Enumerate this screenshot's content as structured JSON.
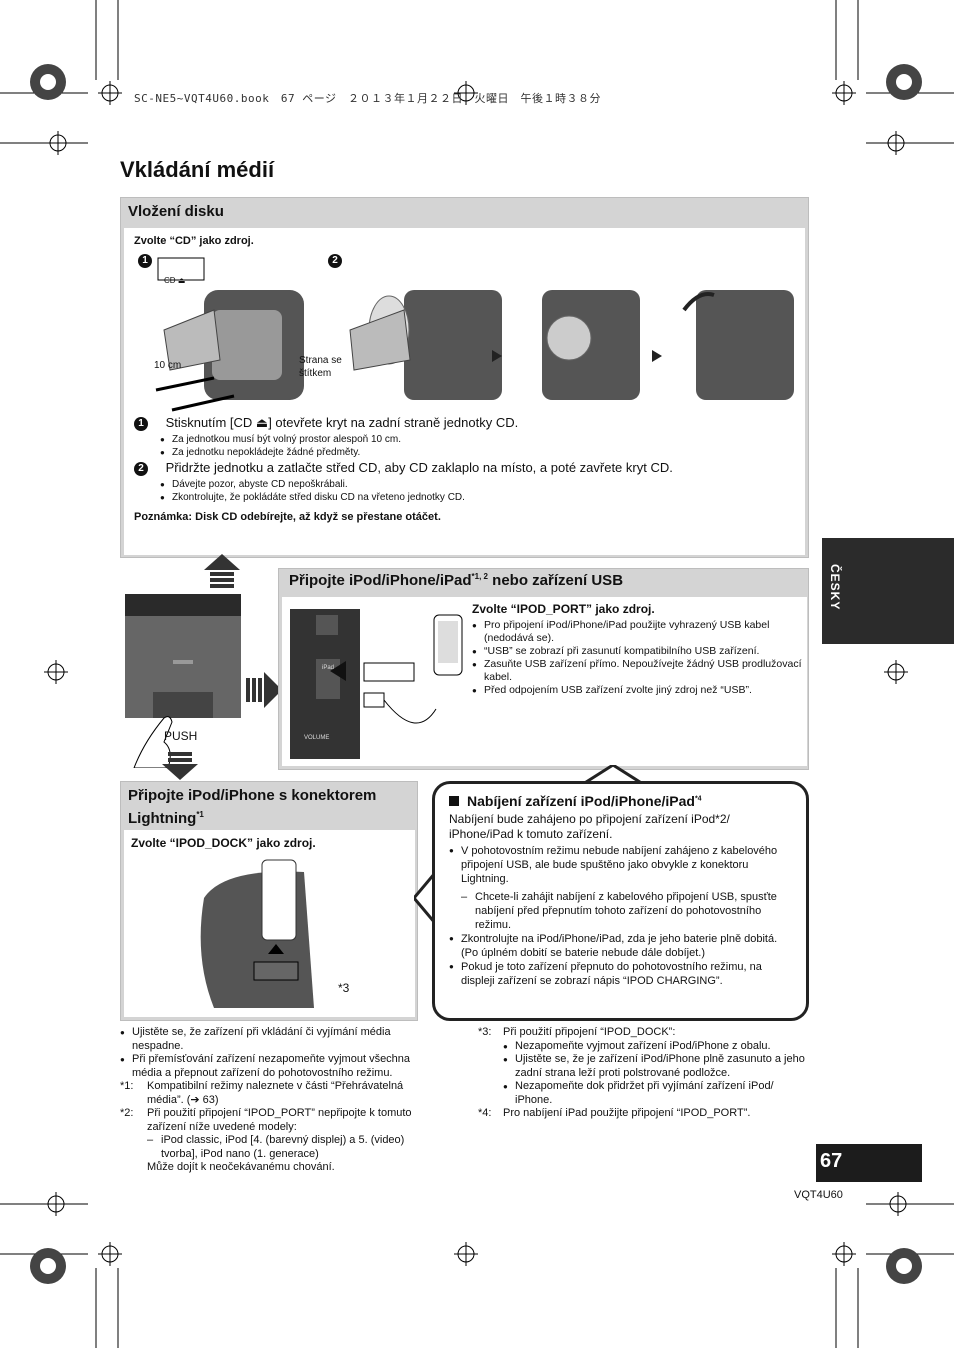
{
  "header": {
    "jp_line": "SC-NE5~VQT4U60.book　67 ページ　２０１３年１月２２日　火曜日　午後１時３８分"
  },
  "page_title": "Vkládání médií",
  "side_tab": "ČESKY",
  "page_number": "67",
  "doc_code": "VQT4U60",
  "disk": {
    "title": "Vložení disku",
    "source": "Zvolte “CD” jako zdroj.",
    "step1_badge": "1",
    "step2_badge": "2",
    "cd_button": "CD ⏏",
    "label_10cm": "10 cm",
    "label_label_side": "Strana se štítkem",
    "step1_text": "Stisknutím [CD ⏏] otevřete kryt na zadní straně jednotky CD.",
    "step1_bullets": [
      "Za jednotkou musí být volný prostor alespoň 10 cm.",
      "Za jednotku nepokládejte žádné předměty."
    ],
    "step2_text": "Přidržte jednotku a zatlačte střed CD, aby CD zaklaplo na místo, a poté zavřete kryt CD.",
    "step2_bullets": [
      "Dávejte pozor, abyste CD nepoškrábali.",
      "Zkontrolujte, že pokládáte střed disku CD na vřeteno jednotky CD."
    ],
    "note": "Poznámka: Disk CD odebírejte, až když se přestane otáčet."
  },
  "usb": {
    "title_main": "Připojte iPod/iPhone/iPad",
    "title_sup": "*1, 2",
    "title_end": " nebo zařízení USB",
    "source": "Zvolte “IPOD_PORT” jako zdroj.",
    "bullets": [
      "Pro připojení iPod/iPhone/iPad použijte vyhrazený USB kabel (nedodává se).",
      "“USB” se zobrazí při zasunutí kompatibilního USB zařízení.",
      "Zasuňte USB zařízení přímo. Nepoužívejte žádný USB prodlužovací kabel.",
      "Před odpojením USB zařízení zvolte jiný zdroj než “USB”."
    ],
    "device_labels": {
      "ipad": "iPad",
      "volume": "VOLUME"
    }
  },
  "push_label": "PUSH",
  "lightning": {
    "title_line1": "Připojte iPod/iPhone s konektorem",
    "title_line2": "Lightning",
    "title_sup": "*1",
    "source": "Zvolte “IPOD_DOCK” jako zdroj.",
    "callout": "*3"
  },
  "charging": {
    "title": "Nabíjení zařízení iPod/iPhone/iPad",
    "title_sup": "*4",
    "intro": "Nabíjení bude zahájeno po připojení zařízení iPod*2/ iPhone/iPad k tomuto zařízení.",
    "b1": "V pohotovostním režimu nebude nabíjení zahájeno z kabelového připojení USB, ale bude spuštěno jako obvykle z konektoru Lightning.",
    "dash": "Chcete-li zahájit nabíjení z kabelového připojení USB, spusťte nabíjení před přepnutím tohoto zařízení do pohotovostního režimu.",
    "b2": "Zkontrolujte na iPod/iPhone/iPad, zda je jeho baterie plně dobitá. (Po úplném dobití se baterie nebude dále dobíjet.)",
    "b3": "Pokud je toto zařízení přepnuto do pohotovostního režimu, na displeji zařízení se zobrazí nápis “IPOD CHARGING”."
  },
  "notes_left": {
    "bullets": [
      "Ujistěte se, že zařízení při vkládání či vyjímání média nespadne.",
      "Při přemísťování zařízení nezapomeňte vyjmout všechna média a přepnout zařízení do pohotovostního režimu."
    ],
    "fn1_mark": "*1:",
    "fn1": "Kompatibilní režimy naleznete v části “Přehrávatelná média”. (➔ 63)",
    "fn2_mark": "*2:",
    "fn2": "Při použití připojení “IPOD_PORT” nepřipojte k tomuto zařízení níže uvedené modely:",
    "fn2_dash": "iPod classic, iPod [4. (barevný displej) a 5. (video) tvorba], iPod nano (1. generace)",
    "fn2_end": "Může dojít k neočekávanému chování."
  },
  "notes_right": {
    "fn3_mark": "*3:",
    "fn3": "Při použití připojení “IPOD_DOCK”:",
    "fn3_bullets": [
      "Nezapomeňte vyjmout zařízení iPod/iPhone z obalu.",
      "Ujistěte se, že je zařízení iPod/iPhone plně zasunuto a jeho zadní strana leží proti polstrované podložce.",
      "Nezapomeňte dok přidržet při vyjímání zařízení iPod/ iPhone."
    ],
    "fn4_mark": "*4:",
    "fn4": "Pro nabíjení iPad použijte připojení “IPOD_PORT”."
  }
}
